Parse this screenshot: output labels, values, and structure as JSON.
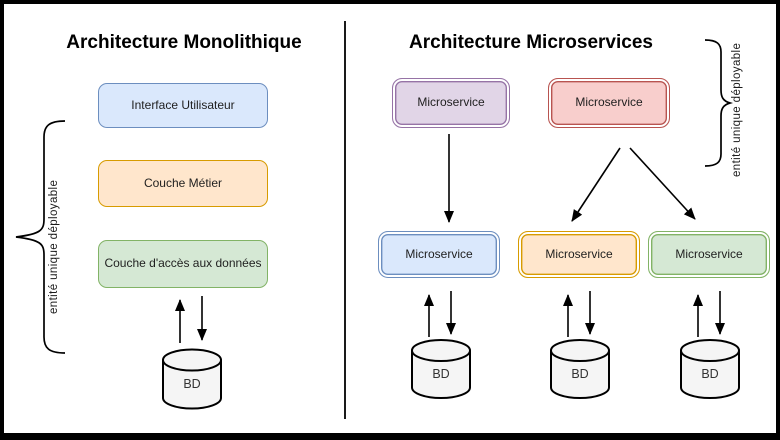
{
  "left_panel": {
    "title": "Architecture Monolithique",
    "brace_label": "entité unique déployable",
    "layers": [
      {
        "label": "Interface Utilisateur",
        "fill": "#dae8fc",
        "stroke": "#6c8ebf"
      },
      {
        "label": "Couche Métier",
        "fill": "#ffe6cc",
        "stroke": "#d79b00"
      },
      {
        "label": "Couche d'accès aux données",
        "fill": "#d5e8d4",
        "stroke": "#82b366"
      }
    ],
    "database_label": "BD"
  },
  "right_panel": {
    "title": "Architecture Microservices",
    "brace_label": "entité unique déployable",
    "top_services": [
      {
        "label": "Microservice",
        "fill": "#e1d5e7",
        "stroke": "#9673a6"
      },
      {
        "label": "Microservice",
        "fill": "#f8cecc",
        "stroke": "#b85450"
      }
    ],
    "bottom_services": [
      {
        "label": "Microservice",
        "fill": "#dae8fc",
        "stroke": "#6c8ebf"
      },
      {
        "label": "Microservice",
        "fill": "#ffe6cc",
        "stroke": "#d79b00"
      },
      {
        "label": "Microservice",
        "fill": "#d5e8d4",
        "stroke": "#82b366"
      }
    ],
    "database_labels": [
      "BD",
      "BD",
      "BD"
    ]
  },
  "colors": {
    "line": "#000000",
    "divider": "#1a1a1a",
    "cylinder_fill": "#f5f5f5",
    "background": "#ffffff"
  }
}
